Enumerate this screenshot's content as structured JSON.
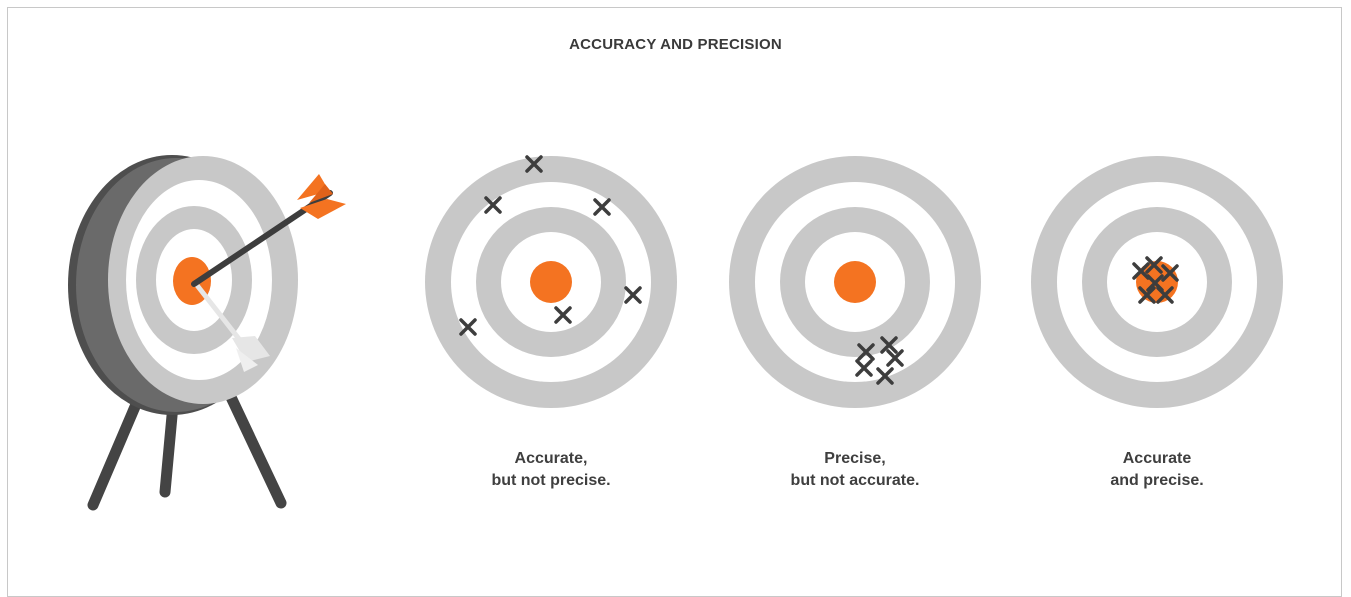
{
  "title": "ACCURACY AND PRECISION",
  "colors": {
    "ring_gray": "#c8c8c8",
    "center_orange": "#f47321",
    "mark_dark": "#3d3d3d",
    "stand_dark": "#444444"
  },
  "targets": [
    {
      "name": "accurate-not-precise",
      "caption_line1": "Accurate,",
      "caption_line2": "but not precise.",
      "marks": "scattered around center"
    },
    {
      "name": "precise-not-accurate",
      "caption_line1": "Precise,",
      "caption_line2": "but not accurate.",
      "marks": "tight cluster off center"
    },
    {
      "name": "accurate-and-precise",
      "caption_line1": "Accurate",
      "caption_line2": "and precise.",
      "marks": "tight cluster on center"
    }
  ],
  "illustration": {
    "icons": [
      "archery-target-icon",
      "arrow-icon",
      "tripod-stand-icon"
    ]
  }
}
